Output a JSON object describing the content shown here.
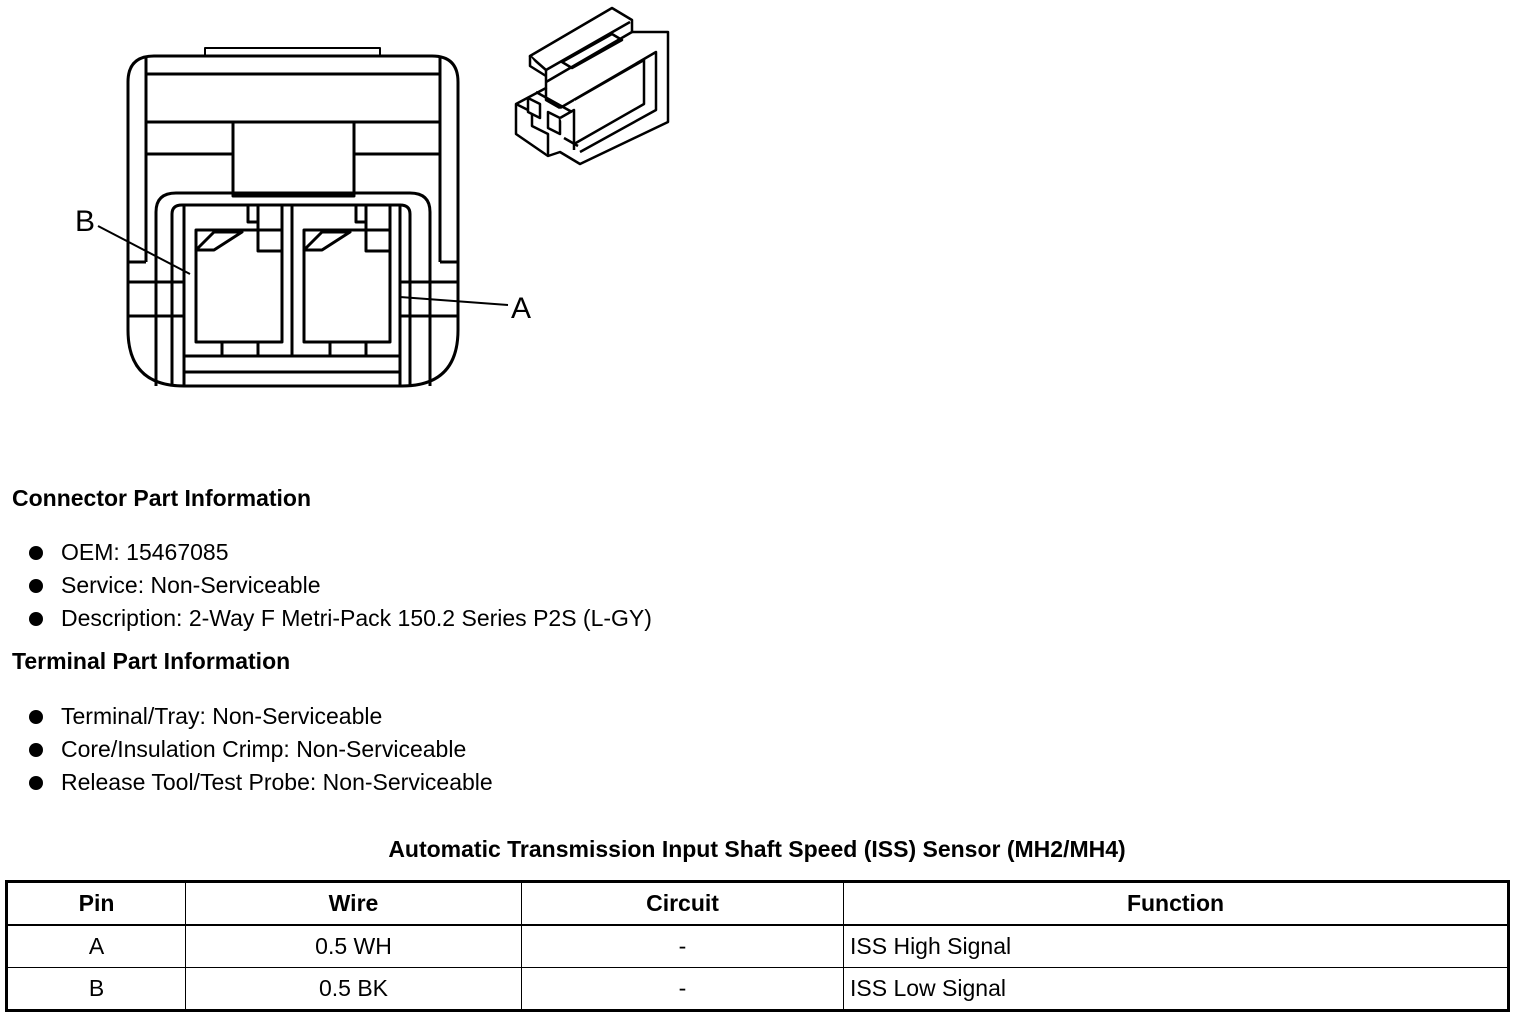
{
  "diagram": {
    "label_b": "B",
    "label_a": "A"
  },
  "connector_info": {
    "heading": "Connector Part Information",
    "items": [
      "OEM: 15467085",
      "Service: Non-Serviceable",
      "Description: 2-Way F Metri-Pack 150.2 Series P2S (L-GY)"
    ]
  },
  "terminal_info": {
    "heading": "Terminal Part Information",
    "items": [
      "Terminal/Tray: Non-Serviceable",
      "Core/Insulation Crimp: Non-Serviceable",
      "Release Tool/Test Probe: Non-Serviceable"
    ]
  },
  "table": {
    "title": "Automatic Transmission Input Shaft Speed (ISS) Sensor (MH2/MH4)",
    "headers": [
      "Pin",
      "Wire",
      "Circuit",
      "Function"
    ],
    "rows": [
      [
        "A",
        "0.5 WH",
        "-",
        "ISS High Signal"
      ],
      [
        "B",
        "0.5 BK",
        "-",
        "ISS Low Signal"
      ]
    ]
  }
}
